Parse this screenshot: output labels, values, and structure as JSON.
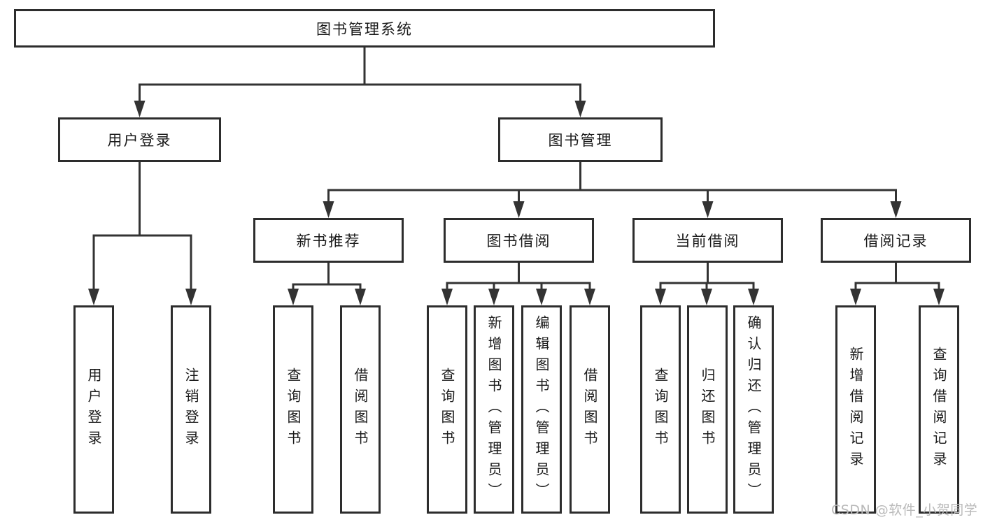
{
  "diagram": {
    "root": {
      "label": "图书管理系统"
    },
    "level2": [
      {
        "id": "user-login",
        "label": "用户登录"
      },
      {
        "id": "book-management",
        "label": "图书管理"
      }
    ],
    "level3": [
      {
        "id": "new-book-recommend",
        "label": "新书推荐",
        "parent": "图书管理"
      },
      {
        "id": "book-borrow",
        "label": "图书借阅",
        "parent": "图书管理"
      },
      {
        "id": "current-borrow",
        "label": "当前借阅",
        "parent": "图书管理"
      },
      {
        "id": "borrow-records",
        "label": "借阅记录",
        "parent": "图书管理"
      }
    ],
    "leaves": [
      {
        "label": "用户登录",
        "parent": "用户登录"
      },
      {
        "label": "注销登录",
        "parent": "用户登录"
      },
      {
        "label": "查询图书",
        "parent": "新书推荐"
      },
      {
        "label": "借阅图书",
        "parent": "新书推荐"
      },
      {
        "label": "查询图书",
        "parent": "图书借阅"
      },
      {
        "label": "新增图书（管理员）",
        "parent": "图书借阅"
      },
      {
        "label": "编辑图书（管理员）",
        "parent": "图书借阅"
      },
      {
        "label": "借阅图书",
        "parent": "图书借阅"
      },
      {
        "label": "查询图书",
        "parent": "当前借阅"
      },
      {
        "label": "归还图书",
        "parent": "当前借阅"
      },
      {
        "label": "确认归还（管理员）",
        "parent": "当前借阅"
      },
      {
        "label": "新增借阅记录",
        "parent": "借阅记录"
      },
      {
        "label": "查询借阅记录",
        "parent": "借阅记录"
      }
    ]
  },
  "watermark": {
    "text": "CSDN @软件_小贺同学"
  },
  "colors": {
    "line": "#333333",
    "box_border": "#2d2d2d",
    "text": "#1b1b1b",
    "watermark": "#b9b9b9",
    "background": "#ffffff"
  }
}
